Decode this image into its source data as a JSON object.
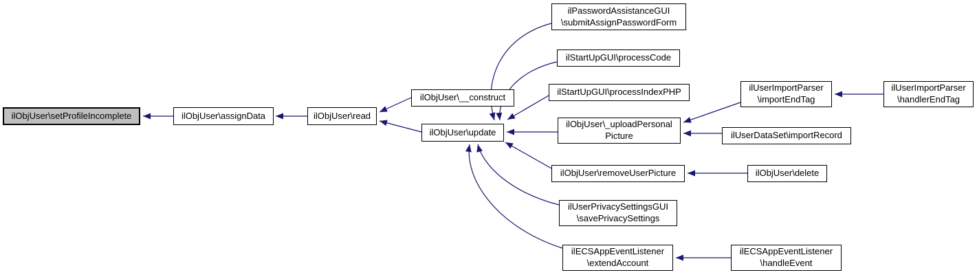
{
  "diagram": {
    "kind": "caller-graph",
    "colors": {
      "arrow": "#191970",
      "node_border": "#000000",
      "node_fill": "#ffffff",
      "highlight_fill": "#bfbfbf",
      "background": "#ffffff"
    },
    "nodes": [
      {
        "id": "setProfileIncomplete",
        "label": "ilObjUser\\setProfileIncomplete",
        "highlighted": true
      },
      {
        "id": "assignData",
        "label": "ilObjUser\\assignData",
        "highlighted": false
      },
      {
        "id": "read",
        "label": "ilObjUser\\read",
        "highlighted": false
      },
      {
        "id": "construct",
        "label": "ilObjUser\\__construct",
        "highlighted": false
      },
      {
        "id": "update",
        "label": "ilObjUser\\update",
        "highlighted": false
      },
      {
        "id": "submitAssignPasswordForm",
        "label": "ilPasswordAssistanceGUI\n\\submitAssignPasswordForm",
        "highlighted": false
      },
      {
        "id": "processCode",
        "label": "ilStartUpGUI\\processCode",
        "highlighted": false
      },
      {
        "id": "processIndexPHP",
        "label": "ilStartUpGUI\\processIndexPHP",
        "highlighted": false
      },
      {
        "id": "uploadPersonalPicture",
        "label": "ilObjUser\\_uploadPersonal\nPicture",
        "highlighted": false
      },
      {
        "id": "importEndTag",
        "label": "ilUserImportParser\n\\importEndTag",
        "highlighted": false
      },
      {
        "id": "handlerEndTag",
        "label": "ilUserImportParser\n\\handlerEndTag",
        "highlighted": false
      },
      {
        "id": "importRecord",
        "label": "ilUserDataSet\\importRecord",
        "highlighted": false
      },
      {
        "id": "removeUserPicture",
        "label": "ilObjUser\\removeUserPicture",
        "highlighted": false
      },
      {
        "id": "delete",
        "label": "ilObjUser\\delete",
        "highlighted": false
      },
      {
        "id": "savePrivacySettings",
        "label": "ilUserPrivacySettingsGUI\n\\savePrivacySettings",
        "highlighted": false
      },
      {
        "id": "extendAccount",
        "label": "ilECSAppEventListener\n\\extendAccount",
        "highlighted": false
      },
      {
        "id": "handleEvent",
        "label": "ilECSAppEventListener\n\\handleEvent",
        "highlighted": false
      }
    ],
    "edges": [
      {
        "from": "assignData",
        "to": "setProfileIncomplete"
      },
      {
        "from": "read",
        "to": "assignData"
      },
      {
        "from": "construct",
        "to": "read"
      },
      {
        "from": "update",
        "to": "read"
      },
      {
        "from": "submitAssignPasswordForm",
        "to": "update"
      },
      {
        "from": "processCode",
        "to": "update"
      },
      {
        "from": "processIndexPHP",
        "to": "update"
      },
      {
        "from": "uploadPersonalPicture",
        "to": "update"
      },
      {
        "from": "removeUserPicture",
        "to": "update"
      },
      {
        "from": "savePrivacySettings",
        "to": "update"
      },
      {
        "from": "extendAccount",
        "to": "update"
      },
      {
        "from": "importEndTag",
        "to": "uploadPersonalPicture"
      },
      {
        "from": "importRecord",
        "to": "uploadPersonalPicture"
      },
      {
        "from": "handlerEndTag",
        "to": "importEndTag"
      },
      {
        "from": "delete",
        "to": "removeUserPicture"
      },
      {
        "from": "handleEvent",
        "to": "extendAccount"
      }
    ]
  }
}
